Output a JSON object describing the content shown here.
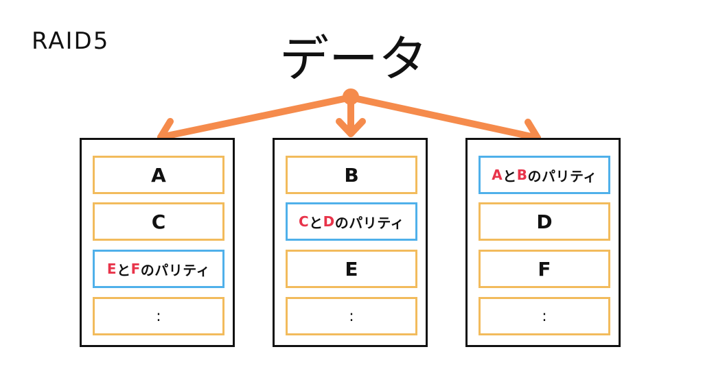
{
  "title": "RAID5",
  "data_label": "データ",
  "colors": {
    "arrow": "#f58b4c",
    "data_block_border": "#f2bb5c",
    "parity_block_border": "#4fb0ea",
    "parity_source_text": "#e8344a"
  },
  "disks": [
    {
      "blocks": [
        {
          "kind": "data",
          "label": "A"
        },
        {
          "kind": "data",
          "label": "C"
        },
        {
          "kind": "parity",
          "a": "E",
          "and": "と",
          "b": "F",
          "suffix": "のパリティ"
        },
        {
          "kind": "ellipsis",
          "label": ":"
        }
      ]
    },
    {
      "blocks": [
        {
          "kind": "data",
          "label": "B"
        },
        {
          "kind": "parity",
          "a": "C",
          "and": "と",
          "b": "D",
          "suffix": "のパリティ"
        },
        {
          "kind": "data",
          "label": "E"
        },
        {
          "kind": "ellipsis",
          "label": ":"
        }
      ]
    },
    {
      "blocks": [
        {
          "kind": "parity",
          "a": "A",
          "and": "と",
          "b": "B",
          "suffix": "のパリティ"
        },
        {
          "kind": "data",
          "label": "D"
        },
        {
          "kind": "data",
          "label": "F"
        },
        {
          "kind": "ellipsis",
          "label": ":"
        }
      ]
    }
  ]
}
